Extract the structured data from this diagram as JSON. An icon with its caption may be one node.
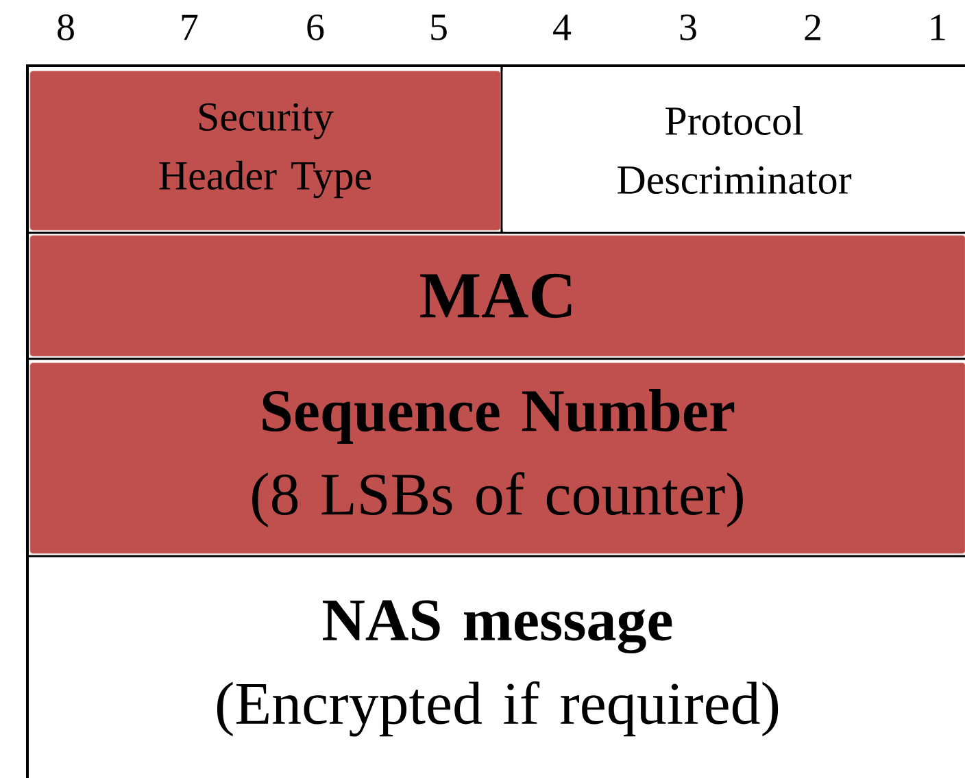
{
  "diagram": {
    "nodes": [
      {
        "text": [
          "Security Header Type"
        ]
      },
      {
        "text": [
          "Protocol Descriminator"
        ]
      },
      {
        "text": [
          "MAC"
        ]
      },
      {
        "text": [
          "Sequence Number",
          "(8 LSBs of counter)"
        ]
      },
      {
        "text": [
          "NAS message",
          "(Encrypted if required)"
        ]
      }
    ],
    "labels": [
      "8",
      "7",
      "6",
      "5",
      "4",
      "3",
      "2",
      "1"
    ]
  }
}
